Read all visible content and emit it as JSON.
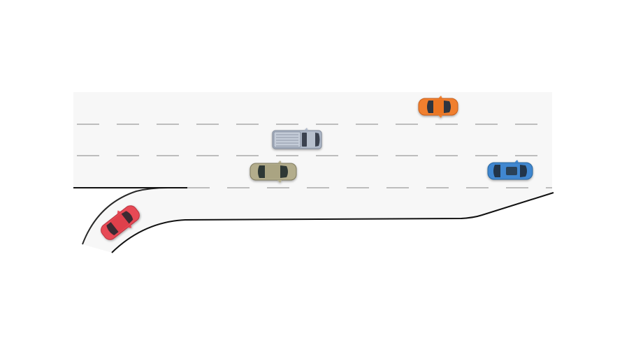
{
  "scene": {
    "type": "highway-merge",
    "lanes": 3,
    "ramp_side": "bottom-left",
    "colors": {
      "background": "#ffffff",
      "road": "#f7f7f7",
      "edge_line": "#111111",
      "lane_marking": "#9a9a9a",
      "arrow": "#888888"
    }
  },
  "vehicles": [
    {
      "id": "orange-car",
      "kind": "car",
      "color": "#f07f2e",
      "lane": 1,
      "heading": "east"
    },
    {
      "id": "gray-pickup-truck",
      "kind": "pickup-truck",
      "color": "#aeb8c8",
      "lane": 2,
      "heading": "east"
    },
    {
      "id": "olive-car",
      "kind": "car",
      "color": "#b3ad8c",
      "lane": 3,
      "heading": "east"
    },
    {
      "id": "blue-car",
      "kind": "car",
      "color": "#3f87d0",
      "lane": 3,
      "heading": "east"
    },
    {
      "id": "red-car",
      "kind": "car",
      "color": "#e74a55",
      "lane": "on-ramp",
      "heading": "north-east"
    }
  ]
}
